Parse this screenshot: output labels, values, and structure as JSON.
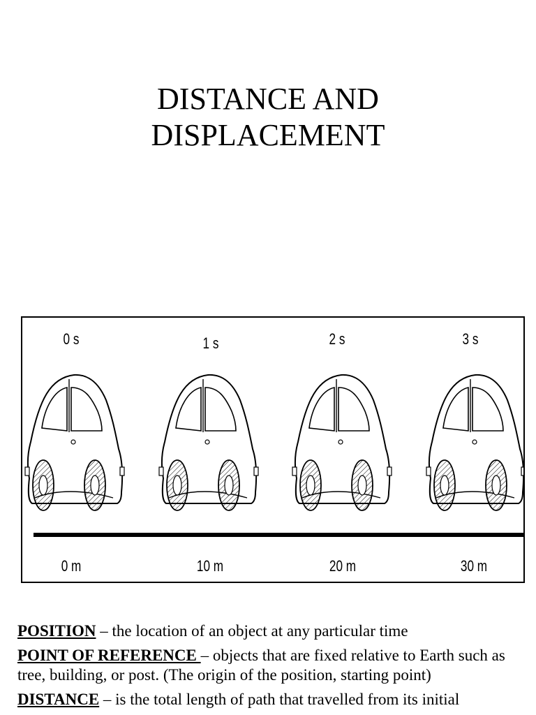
{
  "title": {
    "line1": "DISTANCE AND",
    "line2": "DISPLACEMENT"
  },
  "figure": {
    "times": [
      "0 s",
      "1 s",
      "2 s",
      "3 s"
    ],
    "distances": [
      "0 m",
      "10 m",
      "20 m",
      "30 m"
    ],
    "icon": "car-icon"
  },
  "definitions": [
    {
      "term": "POSITION",
      "dash": " – ",
      "text": "the location of an object at any particular time"
    },
    {
      "term": "POINT OF REFERENCE ",
      "dash": "– ",
      "text": "objects that are fixed relative to Earth such as tree, building, or post. (The origin of the position, starting point)"
    },
    {
      "term": "DISTANCE",
      "dash": " – ",
      "text": "is the total length of path that travelled from its initial"
    }
  ]
}
